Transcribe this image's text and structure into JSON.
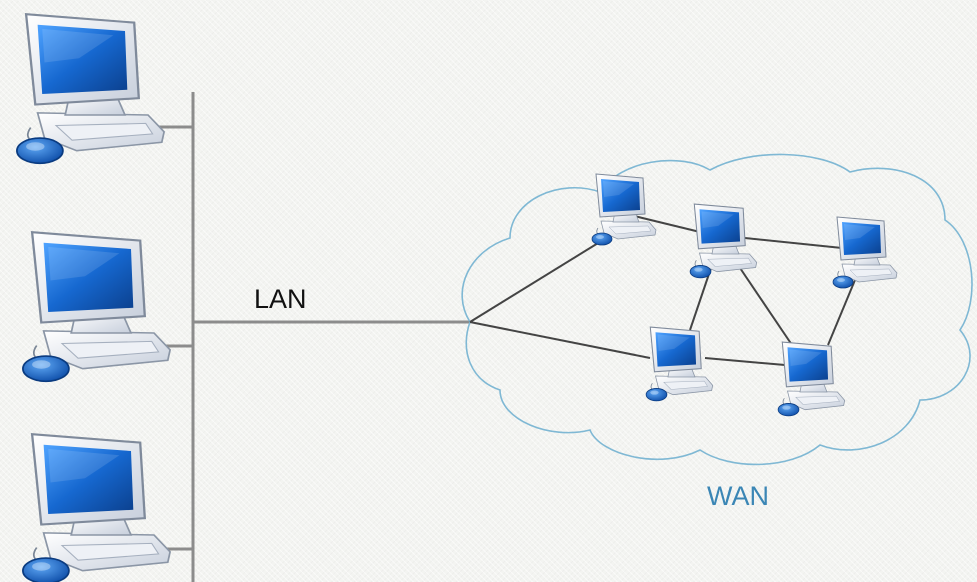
{
  "labels": {
    "lan": "LAN",
    "wan": "WAN"
  },
  "colors": {
    "background": "#f3f4f1",
    "line": "#8c8c8c",
    "link": "#444444",
    "cloud_stroke": "#7fb8d4",
    "wan_label": "#3b86b5",
    "screen": "#1668d0",
    "monitor_body": "#e6eaf2"
  },
  "icons": {
    "lan_computer": "desktop-computer-icon",
    "wan_computer": "desktop-computer-icon",
    "network_cloud": "cloud-shape"
  }
}
